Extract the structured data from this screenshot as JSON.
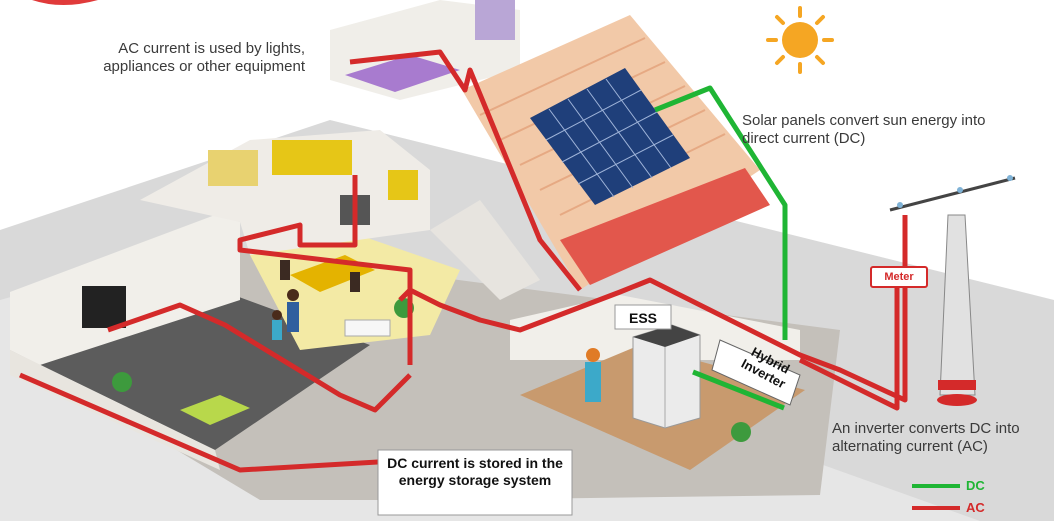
{
  "labels": {
    "ac_usage": "AC current is used by lights, appliances or other equipment",
    "solar": "Solar panels convert sun energy into direct current (DC)",
    "inverter": "An inverter converts DC into alternating current (AC)",
    "dc_storage": "DC current is stored in the energy storage system",
    "ess": "ESS",
    "hybrid_inverter": "Hybrid Inverter",
    "meter": "Meter"
  },
  "legend": {
    "dc": "DC",
    "ac": "AC"
  },
  "colors": {
    "dc_wire": "#1fb534",
    "ac_wire": "#d42a2a",
    "sun": "#f5a623",
    "solar_panel": "#1f3f7a",
    "roof_tiles": "#e2574c",
    "floor": "#d9d6cf",
    "wall": "#f2f0ec"
  }
}
